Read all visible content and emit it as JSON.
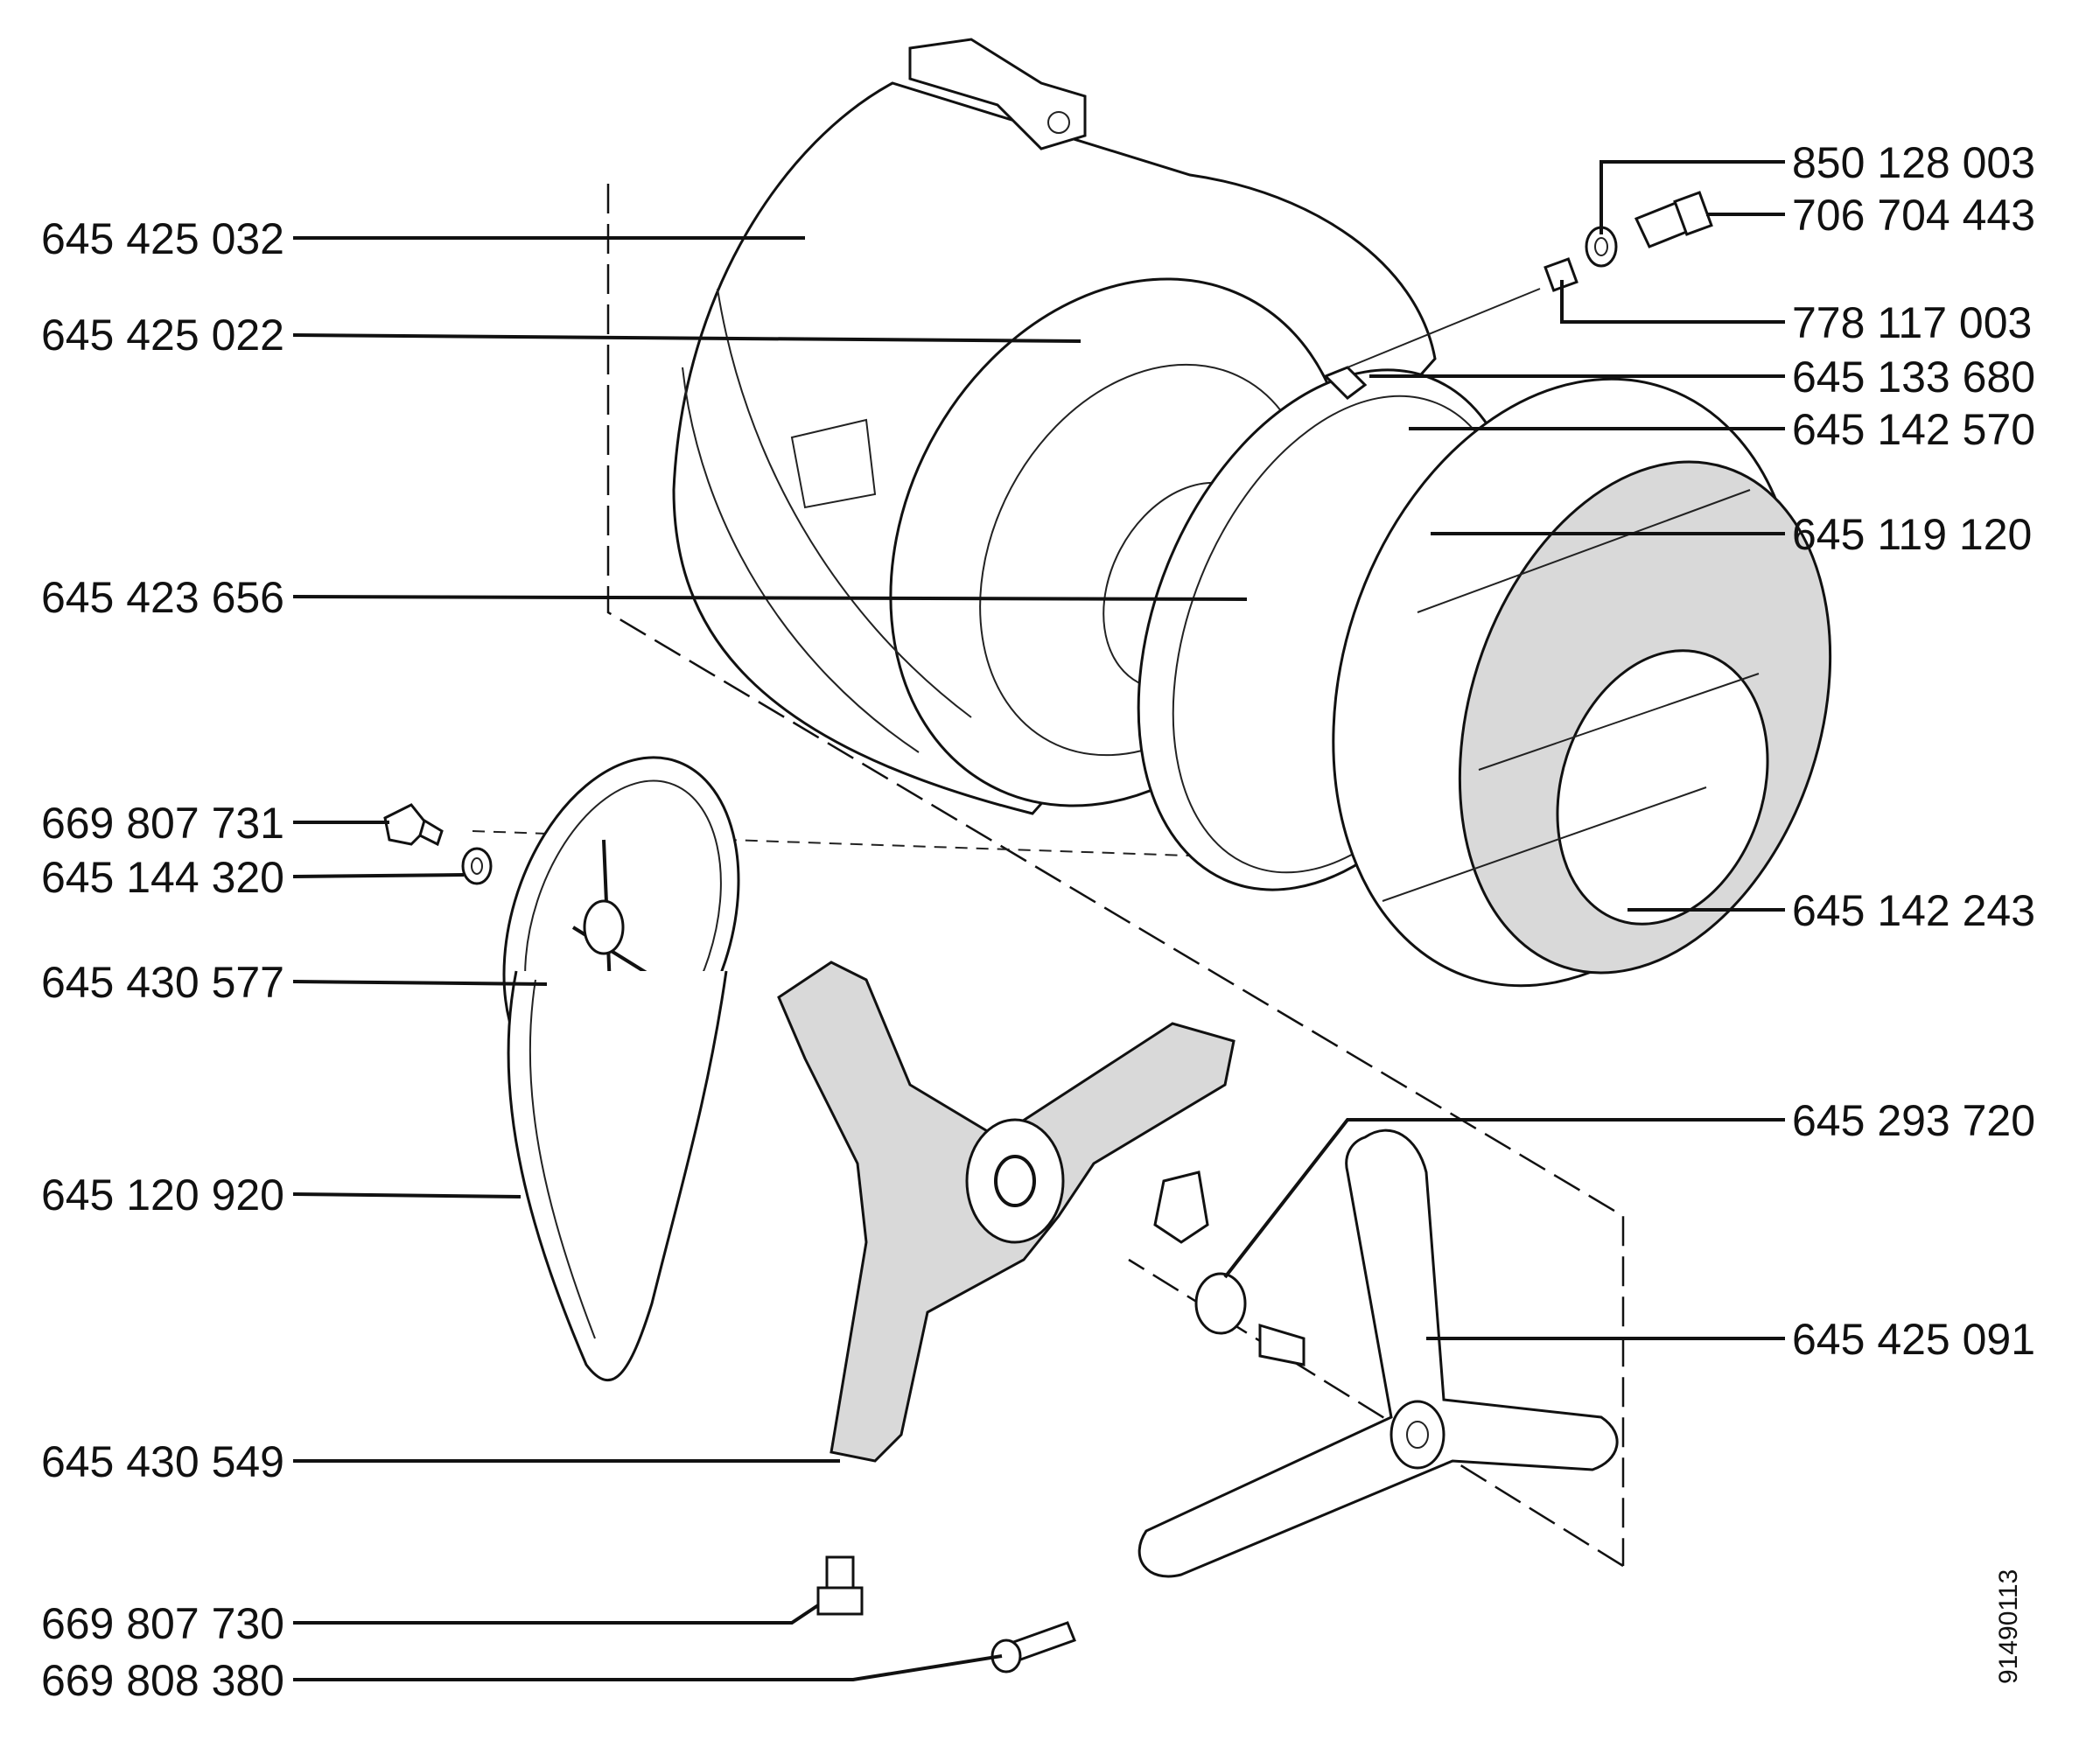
{
  "callouts_left": [
    "645 425 032",
    "645 425 022",
    "645 423 656",
    "669 807 731",
    "645 144 320",
    "645 430 577",
    "645 120 920",
    "645 430 549",
    "669 807 730",
    "669 808 380"
  ],
  "callouts_right": [
    "850 128 003",
    "706 704 443",
    "778 117 003",
    "645 133 680",
    "645 142 570",
    "645 119 120",
    "645 142 243",
    "645 293 720",
    "645 425 091"
  ],
  "drawing_code": "91490113"
}
